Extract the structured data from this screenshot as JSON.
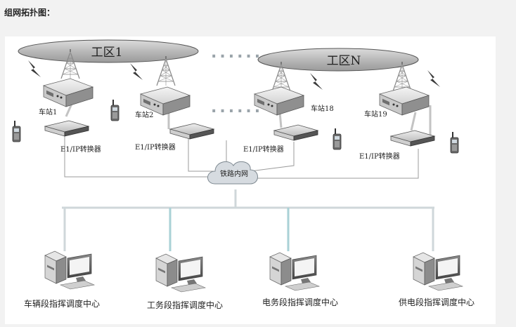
{
  "heading": "组网拓扑图：",
  "zones": [
    {
      "label": "工区1"
    },
    {
      "label": "工区N"
    }
  ],
  "ellipsis": "......",
  "stations": [
    {
      "label": "车站1"
    },
    {
      "label": "车站2"
    },
    {
      "label": "车站18"
    },
    {
      "label": "车站19"
    }
  ],
  "converter_label": "E1/IP转换器",
  "network_label": "铁路内网",
  "centers": [
    {
      "label": "车辆段指挥调度中心"
    },
    {
      "label": "工务段指挥调度中心"
    },
    {
      "label": "电务段指挥调度中心"
    },
    {
      "label": "供电段指挥调度中心"
    }
  ]
}
